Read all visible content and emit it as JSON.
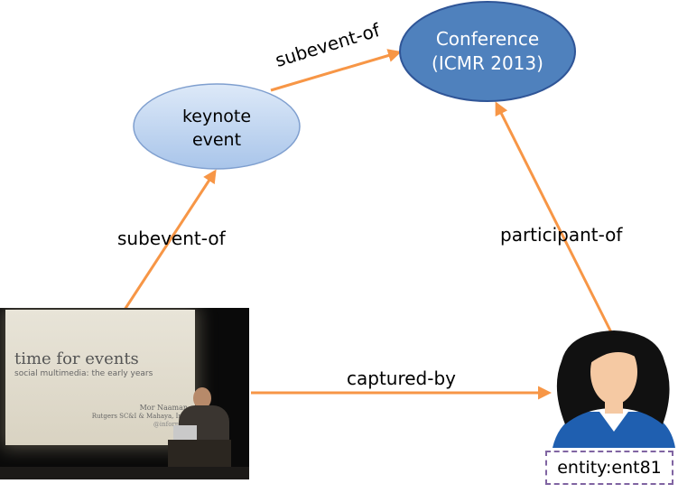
{
  "nodes": {
    "conference": {
      "line1": "Conference",
      "line2": "(ICMR 2013)"
    },
    "keynote": {
      "line1": "keynote",
      "line2": "event"
    },
    "entity": {
      "label": "entity:ent81"
    }
  },
  "edges": {
    "keynote_to_conference": "subevent-of",
    "photo_to_keynote": "subevent-of",
    "person_to_conference": "participant-of",
    "photo_to_person": "captured-by"
  },
  "photo": {
    "slide_title": "time for events",
    "slide_subtitle": "social multimedia: the early years",
    "author": "Mor Naaman",
    "affiliation": "Rutgers SC&I & Mahaya, Inc.",
    "handle": "@informor"
  },
  "colors": {
    "conference_fill": "#4f81bd",
    "keynote_fill": "#c6d9f1",
    "arrow": "#f79646",
    "entity_border": "#8064a2",
    "person_top": "#1f5fb0"
  }
}
